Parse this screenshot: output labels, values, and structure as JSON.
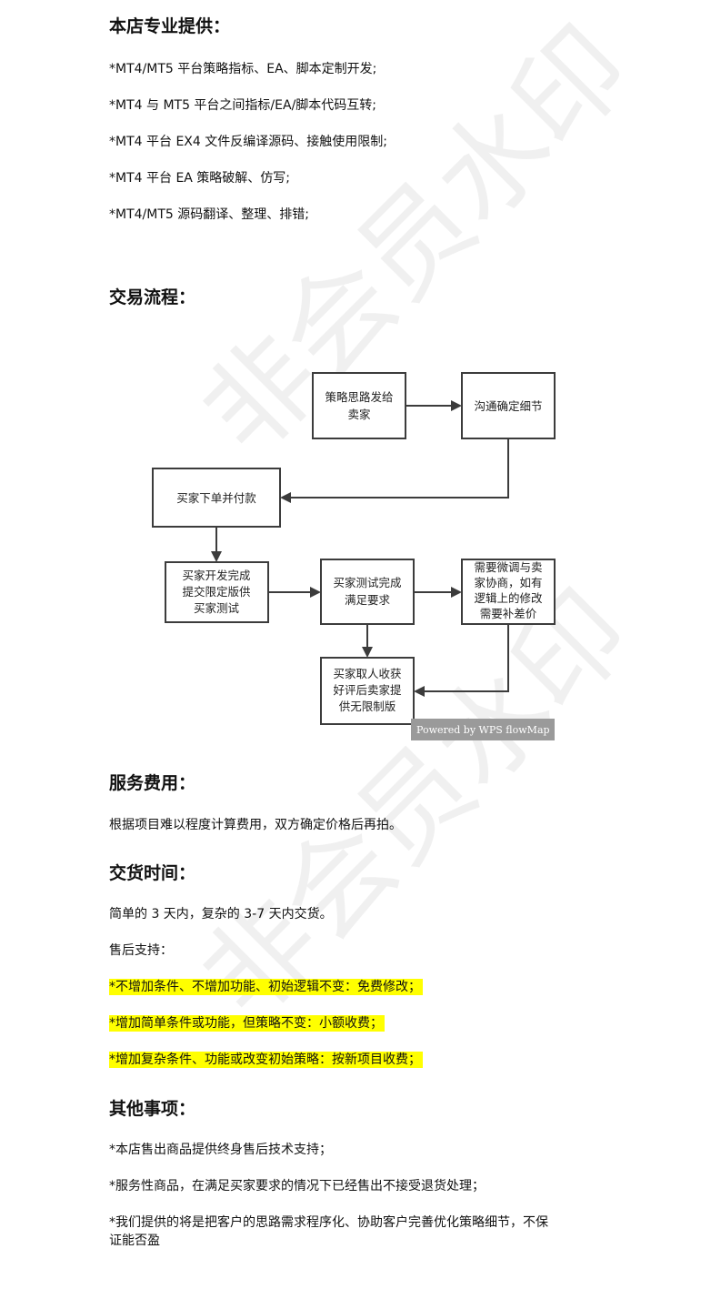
{
  "sections": {
    "provide": {
      "title": "本店专业提供：",
      "items": [
        "*MT4/MT5 平台策略指标、EA、脚本定制开发;",
        "*MT4 与 MT5 平台之间指标/EA/脚本代码互转;",
        "*MT4 平台 EX4 文件反编译源码、接触使用限制;",
        "*MT4 平台 EA 策略破解、仿写;",
        "*MT4/MT5 源码翻译、整理、排错;"
      ]
    },
    "process": {
      "title": "交易流程：",
      "flow": {
        "nodes": [
          {
            "id": "n1",
            "lines": [
              "策略思路发给",
              "卖家"
            ]
          },
          {
            "id": "n2",
            "lines": [
              "沟通确定细节"
            ]
          },
          {
            "id": "n3",
            "lines": [
              "买家下单并付款"
            ]
          },
          {
            "id": "n4",
            "lines": [
              "买家开发完成",
              "提交限定版供",
              "买家测试"
            ]
          },
          {
            "id": "n5",
            "lines": [
              "买家测试完成",
              "满足要求"
            ]
          },
          {
            "id": "n6",
            "lines": [
              "需要微调与卖",
              "家协商，如有",
              "逻辑上的修改",
              "需要补差价"
            ]
          },
          {
            "id": "n7",
            "lines": [
              "买家取人收获",
              "好评后卖家提",
              "供无限制版"
            ]
          }
        ],
        "powered_by": "Powered by WPS flowMap"
      }
    },
    "fee": {
      "title": "服务费用：",
      "text": "根据项目难以程度计算费用，双方确定价格后再拍。"
    },
    "delivery": {
      "title": "交货时间：",
      "text": "简单的 3 天内，复杂的 3-7 天内交货。",
      "after_sales_label": "售后支持：",
      "highlights": [
        "*不增加条件、不增加功能、初始逻辑不变：免费修改；",
        "*增加简单条件或功能，但策略不变：小额收费；",
        "*增加复杂条件、功能或改变初始策略：按新项目收费；"
      ],
      "highlight_color": "#ffff00"
    },
    "other": {
      "title": "其他事项：",
      "items": [
        "*本店售出商品提供终身售后技术支持；",
        "*服务性商品，在满足买家要求的情况下已经售出不接受退货处理；"
      ],
      "last_line1": "*我们提供的将是把客户的思路需求程序化、协助客户完善优化策略细节，不保",
      "last_line2": "证能否盈"
    }
  },
  "watermark": "非会员水印"
}
